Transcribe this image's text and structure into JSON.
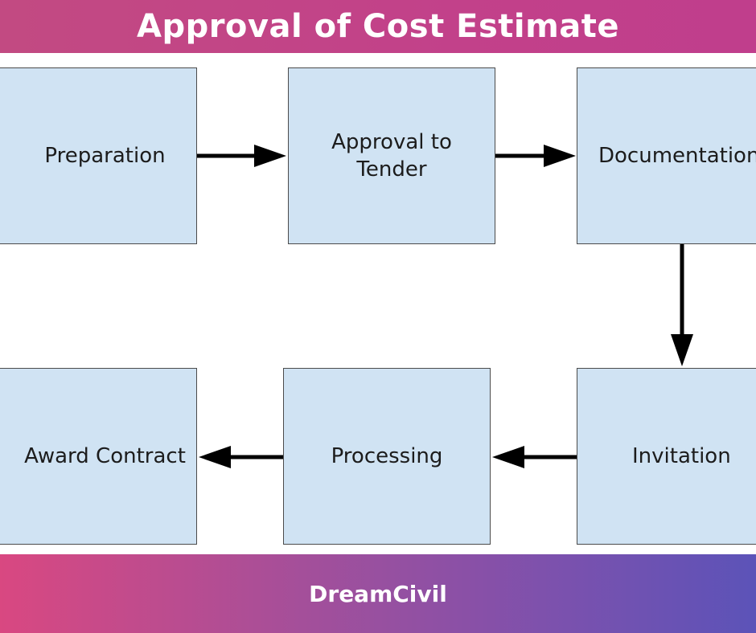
{
  "header": {
    "title": "Approval of Cost Estimate"
  },
  "flow": {
    "steps": [
      {
        "id": "preparation",
        "label": "Preparation"
      },
      {
        "id": "approval-to-tender",
        "label": "Approval to\nTender"
      },
      {
        "id": "documentation",
        "label": "Documentation"
      },
      {
        "id": "invitation",
        "label": "Invitation"
      },
      {
        "id": "processing",
        "label": "Processing"
      },
      {
        "id": "award-contract",
        "label": "Award Contract"
      }
    ],
    "connections": [
      {
        "from": "preparation",
        "to": "approval-to-tender"
      },
      {
        "from": "approval-to-tender",
        "to": "documentation"
      },
      {
        "from": "documentation",
        "to": "invitation"
      },
      {
        "from": "invitation",
        "to": "processing"
      },
      {
        "from": "processing",
        "to": "award-contract"
      }
    ],
    "colors": {
      "box_fill": "#d0e3f3",
      "box_border": "#4b4b4b",
      "arrow": "#000000"
    }
  },
  "footer": {
    "brand": "DreamCivil"
  },
  "colors": {
    "header_bg": "#c2418a",
    "footer_gradient_start": "#d94881",
    "footer_gradient_end": "#5c53b8"
  }
}
